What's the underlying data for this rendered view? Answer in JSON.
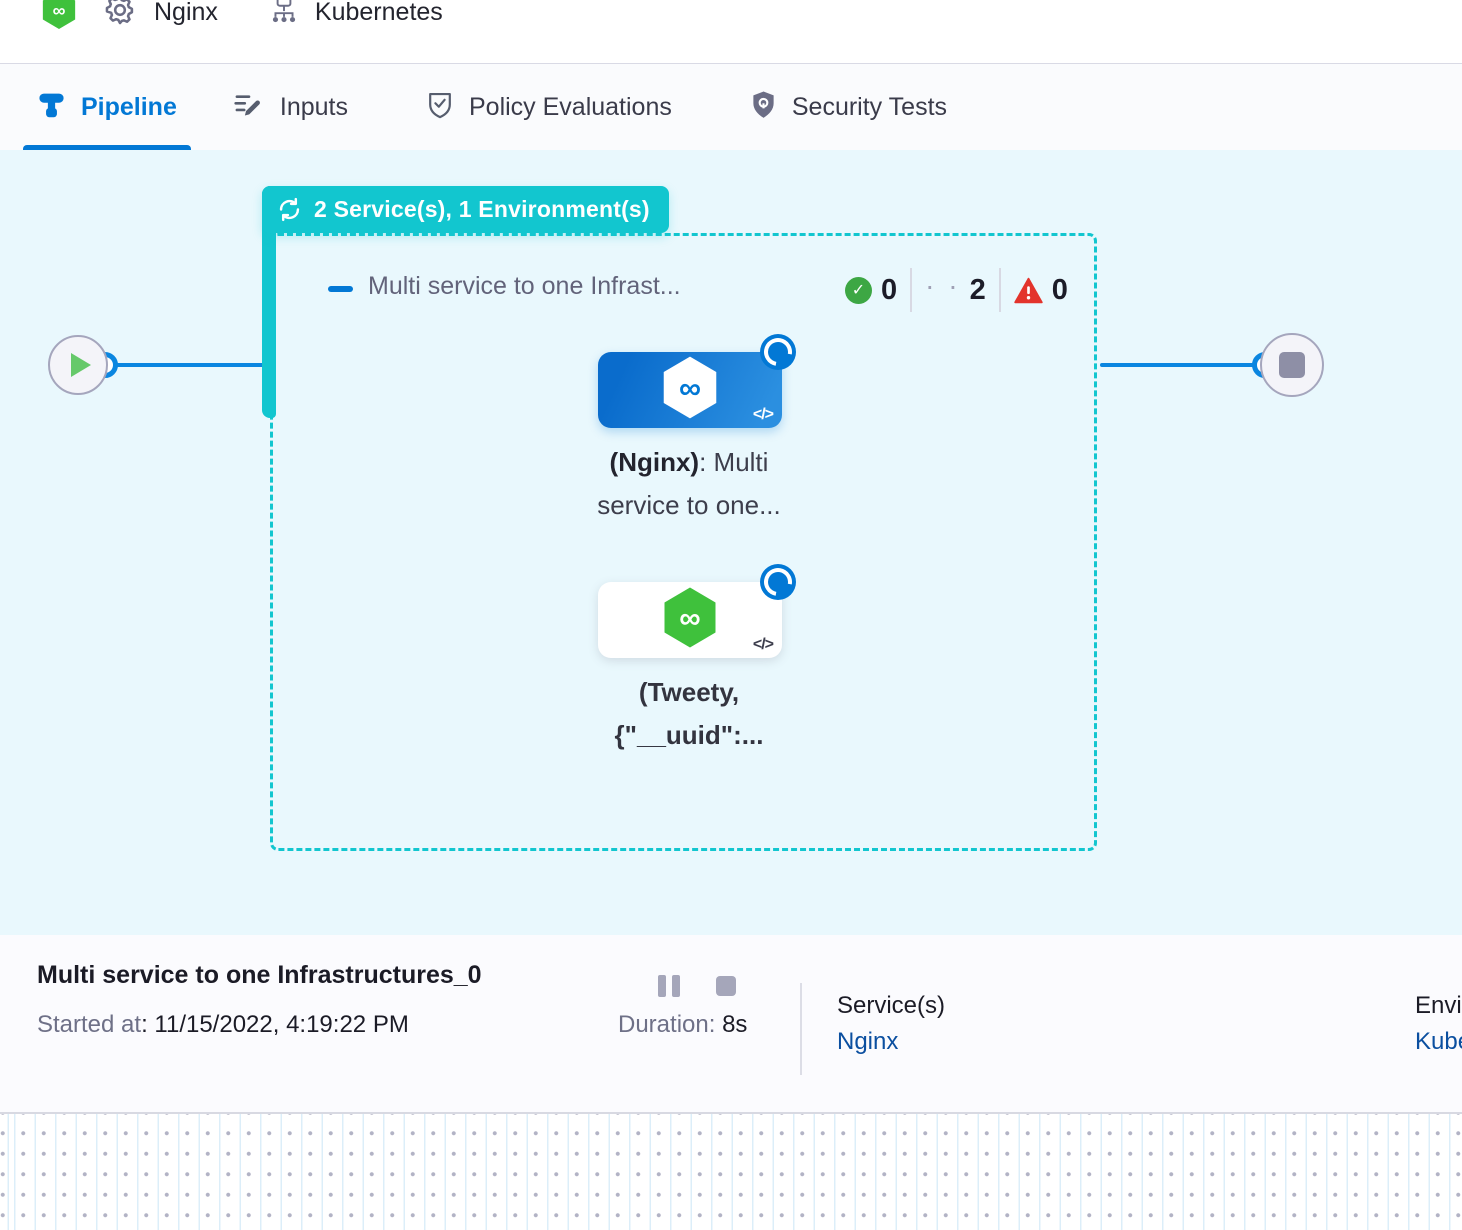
{
  "header": {
    "service_name": "Nginx",
    "environment_name": "Kubernetes"
  },
  "tabs": [
    {
      "label": "Pipeline",
      "active": true
    },
    {
      "label": "Inputs",
      "active": false
    },
    {
      "label": "Policy Evaluations",
      "active": false
    },
    {
      "label": "Security Tests",
      "active": false
    }
  ],
  "canvas": {
    "stage_badge": "2 Service(s), 1 Environment(s)",
    "stage_title": "Multi service to one Infrast...",
    "counts": {
      "success": "0",
      "running_dots": "· ·",
      "running": "2",
      "failed": "0"
    },
    "node1": {
      "bold": "(Nginx)",
      "rest": ": Multi",
      "line2": "service to one...",
      "code_glyph": "</>"
    },
    "node2": {
      "line1": "(Tweety,",
      "line2": "{\"__uuid\":...",
      "code_glyph": "</>"
    },
    "infinity": "∞"
  },
  "footer": {
    "title": "Multi service to one Infrastructures_0",
    "started_label": "Started at",
    "started_value": ": 11/15/2022, 4:19:22 PM",
    "duration_label": "Duration:",
    "duration_value": "8s",
    "services_label": "Service(s)",
    "services_value": "Nginx",
    "environment_label": "Environment(s)",
    "environment_value": "Kubernetes"
  },
  "colors": {
    "teal": "#12c6cf",
    "primary_blue": "#0278d5",
    "canvas_bg": "#e9f8fd",
    "success_green": "#3da744",
    "error_red": "#e3342c",
    "link_blue": "#0b4fa0"
  }
}
